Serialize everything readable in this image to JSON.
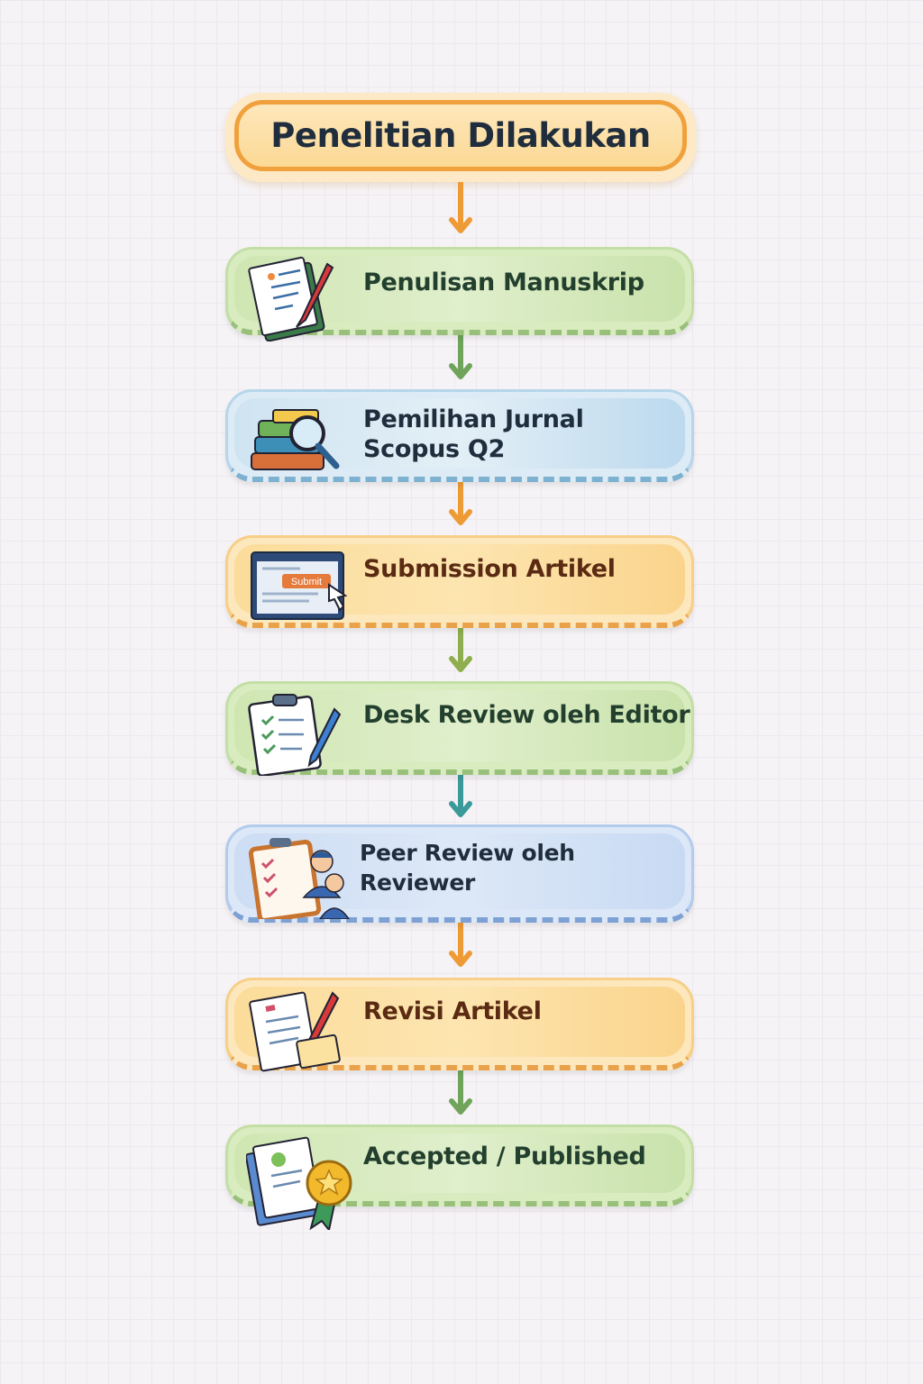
{
  "title": "Penelitian Dilakukan",
  "steps": [
    {
      "label": "Penulisan Manuskrip",
      "icon": "notebook-pencil-icon"
    },
    {
      "label_line1": "Pemilihan Jurnal",
      "label_line2": "Scopus Q2",
      "icon": "books-magnifier-icon"
    },
    {
      "label": "Submission Artikel",
      "icon": "submit-screen-icon",
      "button_text": "Submit"
    },
    {
      "label": "Desk Review oleh Editor",
      "icon": "clipboard-checklist-icon"
    },
    {
      "label": "Peer Review oleh Reviewer",
      "icon": "reviewers-clipboard-icon"
    },
    {
      "label": "Revisi Artikel",
      "icon": "document-revision-icon"
    },
    {
      "label": "Accepted / Published",
      "icon": "award-medal-icon"
    }
  ],
  "colors": {
    "orange": "#f0a13c",
    "green": "#6fa45a",
    "teal": "#3a9a9a",
    "olive": "#8fae4e"
  }
}
